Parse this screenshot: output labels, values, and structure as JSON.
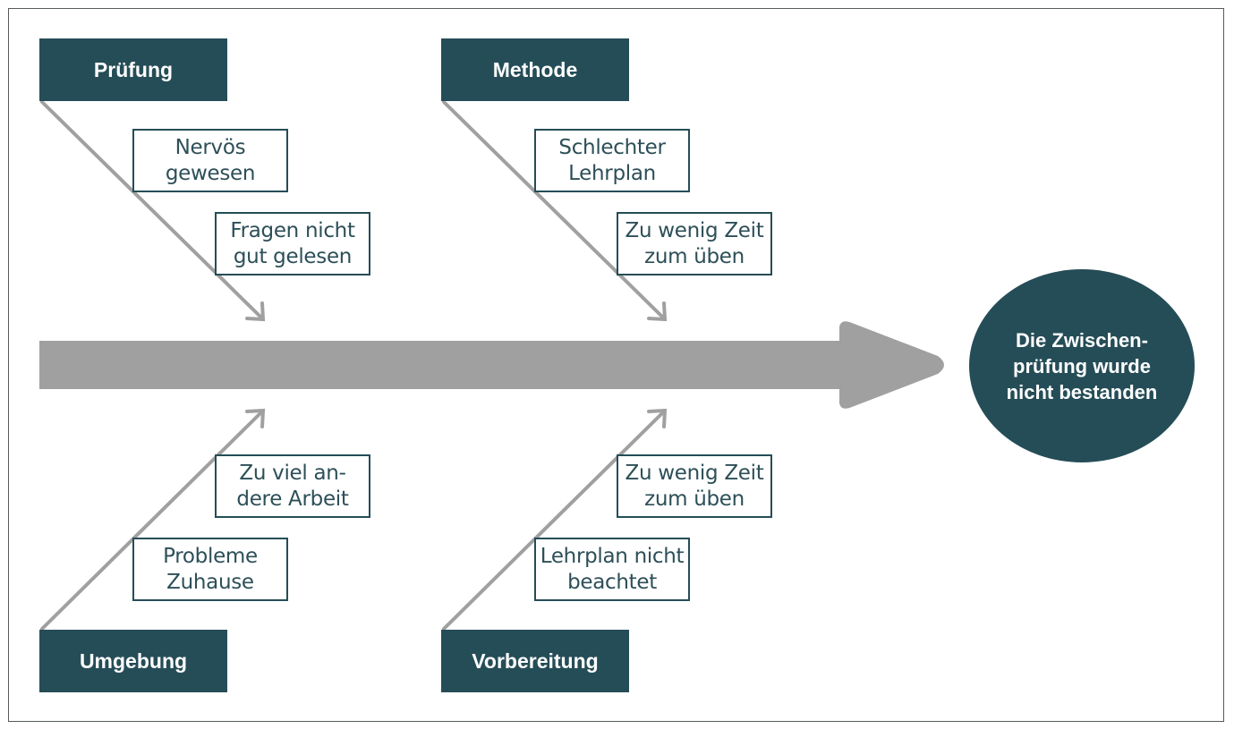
{
  "effect": "Die Zwischen-\nprüfung wurde\nnicht bestanden",
  "categories": {
    "pruefung": "Prüfung",
    "methode": "Methode",
    "umgebung": "Umgebung",
    "vorbereitung": "Vorbereitung"
  },
  "causes": {
    "pruefung": [
      "Nervös\ngewesen",
      "Fragen nicht\ngut gelesen"
    ],
    "methode": [
      "Schlechter\nLehrplan",
      "Zu wenig Zeit\nzum üben"
    ],
    "umgebung": [
      "Zu viel an-\ndere Arbeit",
      "Probleme\nZuhause"
    ],
    "vorbereitung": [
      "Zu wenig Zeit\nzum üben",
      "Lehrplan nicht\nbeachtet"
    ]
  },
  "colors": {
    "box_fill": "#254d57",
    "arrow": "#a0a0a0",
    "cause_border": "#254d57"
  }
}
